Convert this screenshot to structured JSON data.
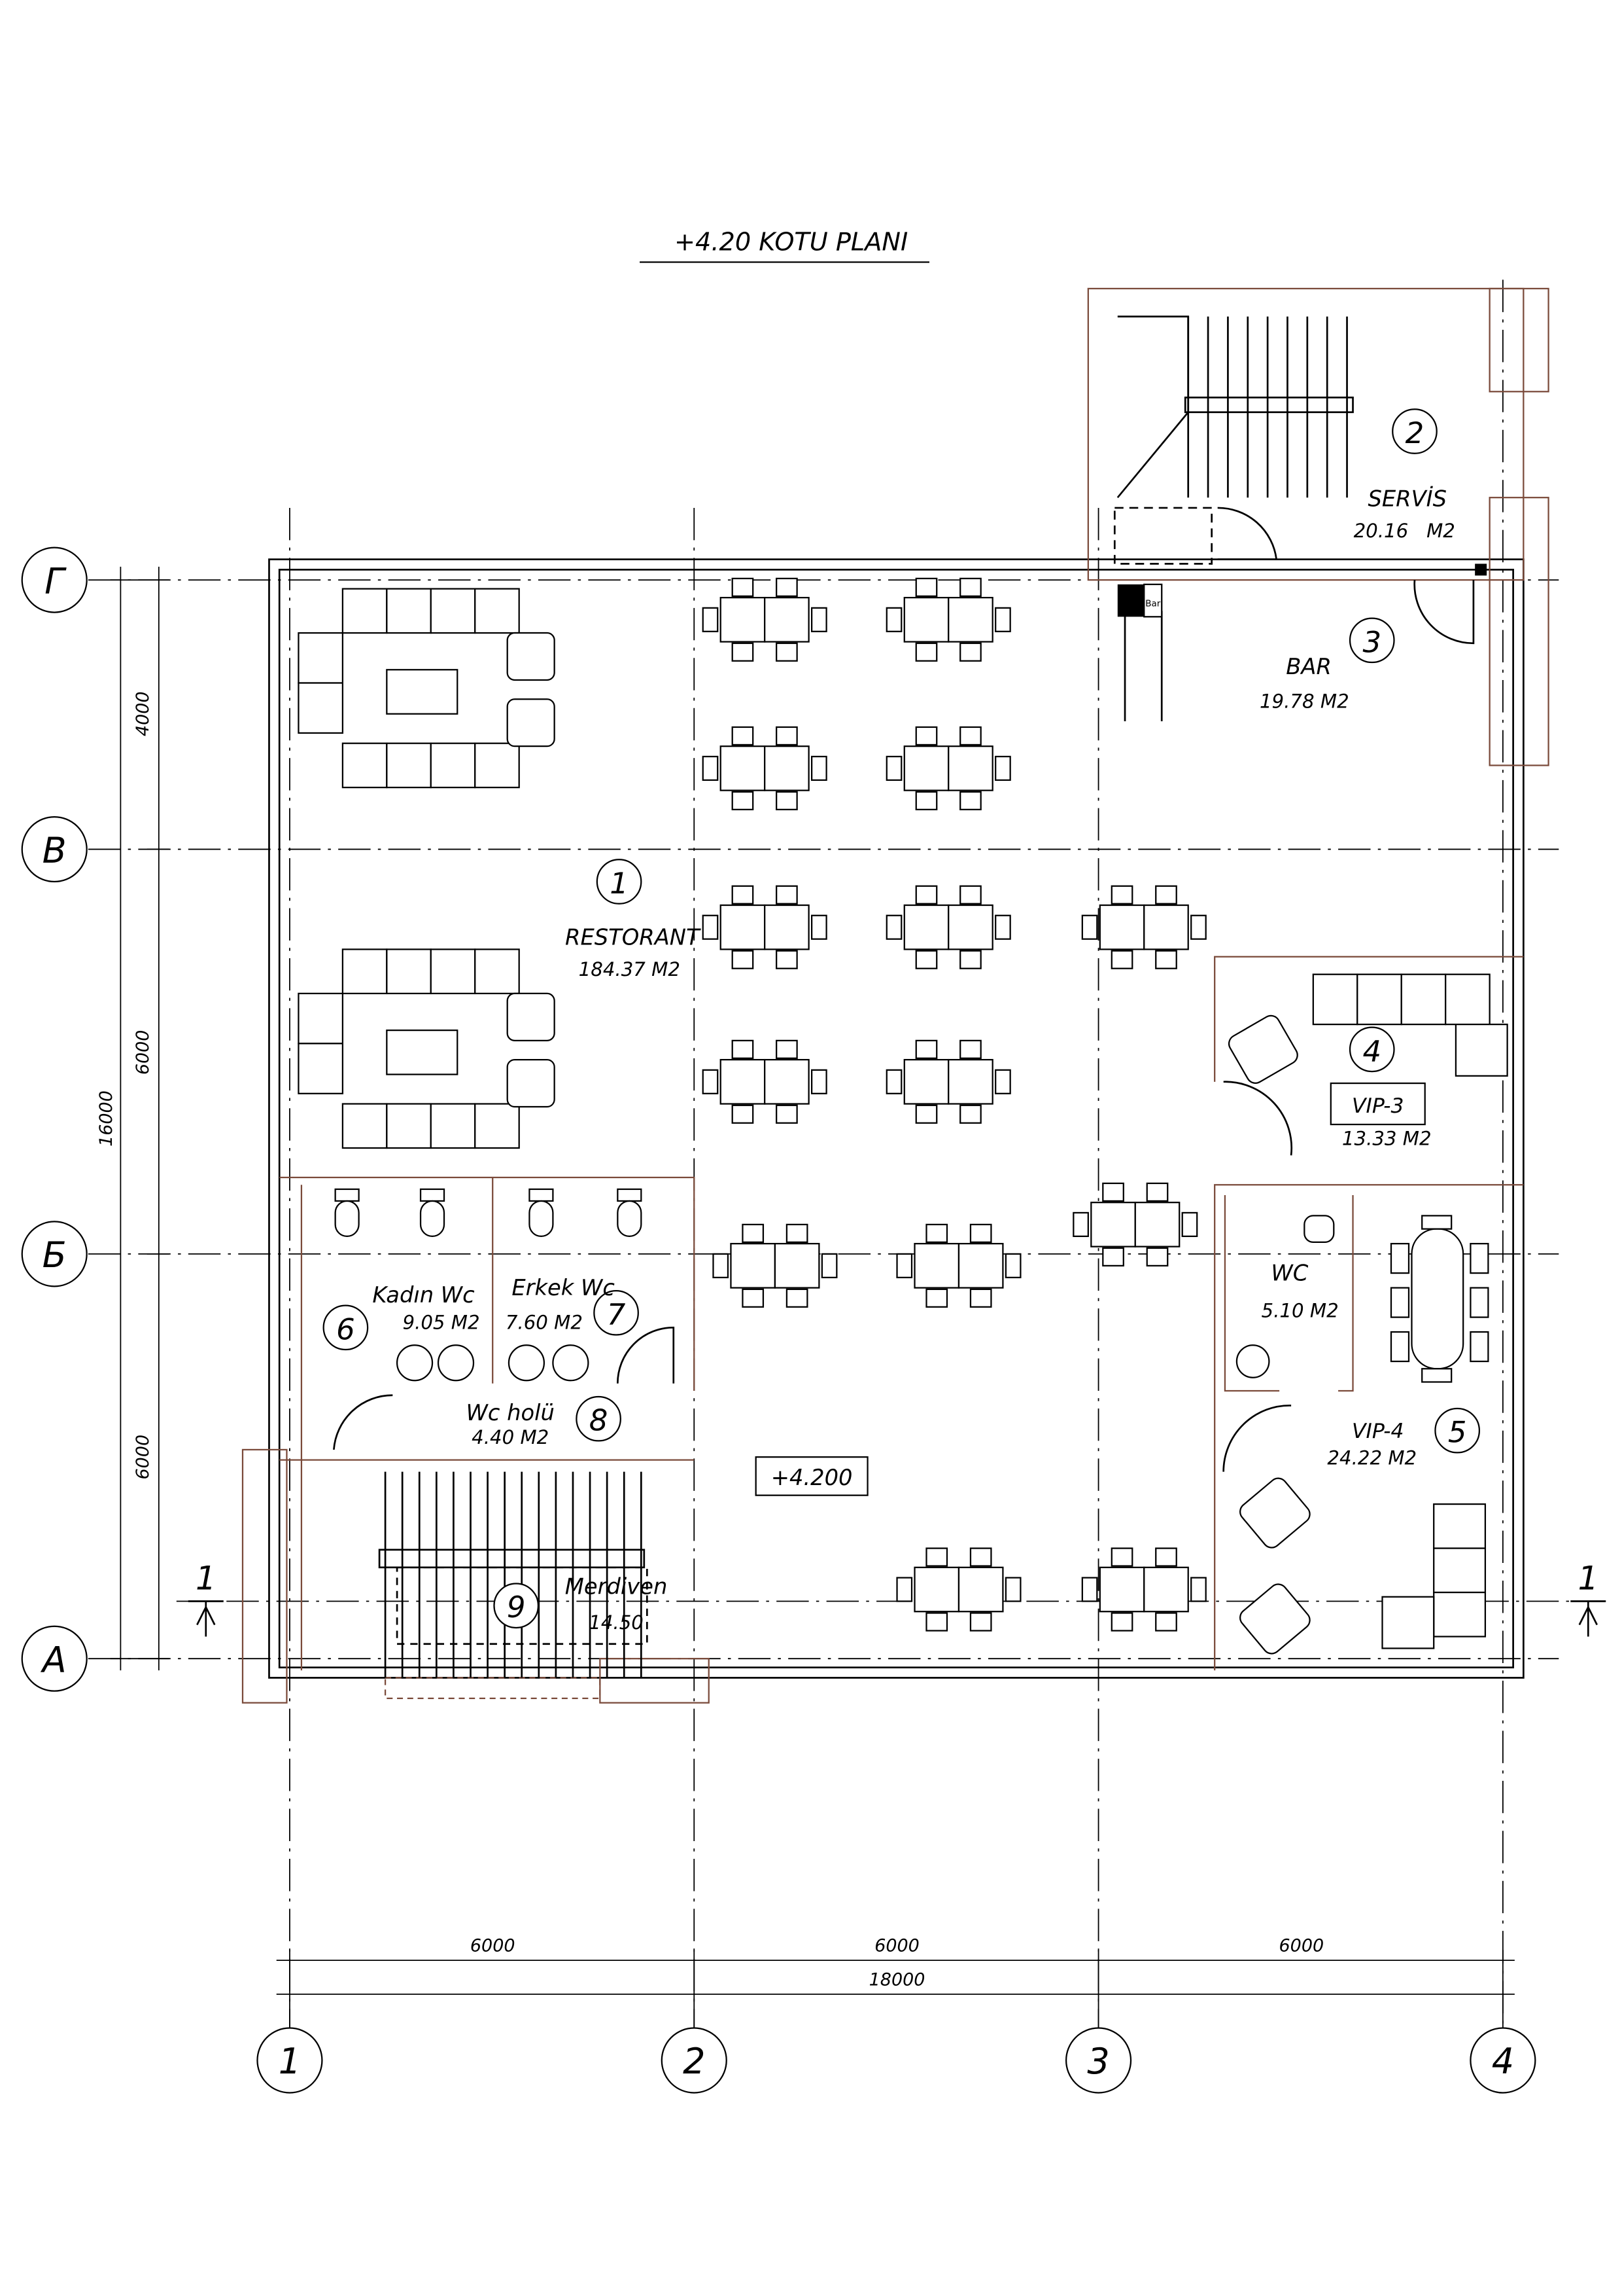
{
  "title": "+4.20 KOTU PLANI",
  "axes": {
    "columns": [
      "1",
      "2",
      "3",
      "4"
    ],
    "rows": [
      "Г",
      "В",
      "Б",
      "А"
    ]
  },
  "dimensions": {
    "left": [
      "4000",
      "6000",
      "6000"
    ],
    "left_total": "16000",
    "bottom": [
      "6000",
      "6000",
      "6000"
    ],
    "bottom_total": "18000"
  },
  "section_mark": "1",
  "level_mark": "+4.200",
  "bar_counter_label": "Bar",
  "rooms": [
    {
      "number": "1",
      "name": "RESTORANT",
      "area": "184.37 M2"
    },
    {
      "number": "2",
      "name": "SERVİS",
      "area": "20.16   M2"
    },
    {
      "number": "3",
      "name": "BAR",
      "area": "19.78 M2"
    },
    {
      "number": "4",
      "name": "VIP-3",
      "area": "13.33 M2"
    },
    {
      "number": "5",
      "name": "VIP-4",
      "area": "24.22 M2"
    },
    {
      "number": "6",
      "name": "Kadın Wc",
      "area": "9.05 M2"
    },
    {
      "number": "7",
      "name": "Erkek Wc",
      "area": "7.60 M2"
    },
    {
      "number": "8",
      "name": "Wc holü",
      "area": "4.40 M2"
    },
    {
      "number": "9",
      "name": "Merdiven",
      "area": "14.50"
    },
    {
      "number": "",
      "name": "WC",
      "area": "5.10 M2"
    }
  ]
}
